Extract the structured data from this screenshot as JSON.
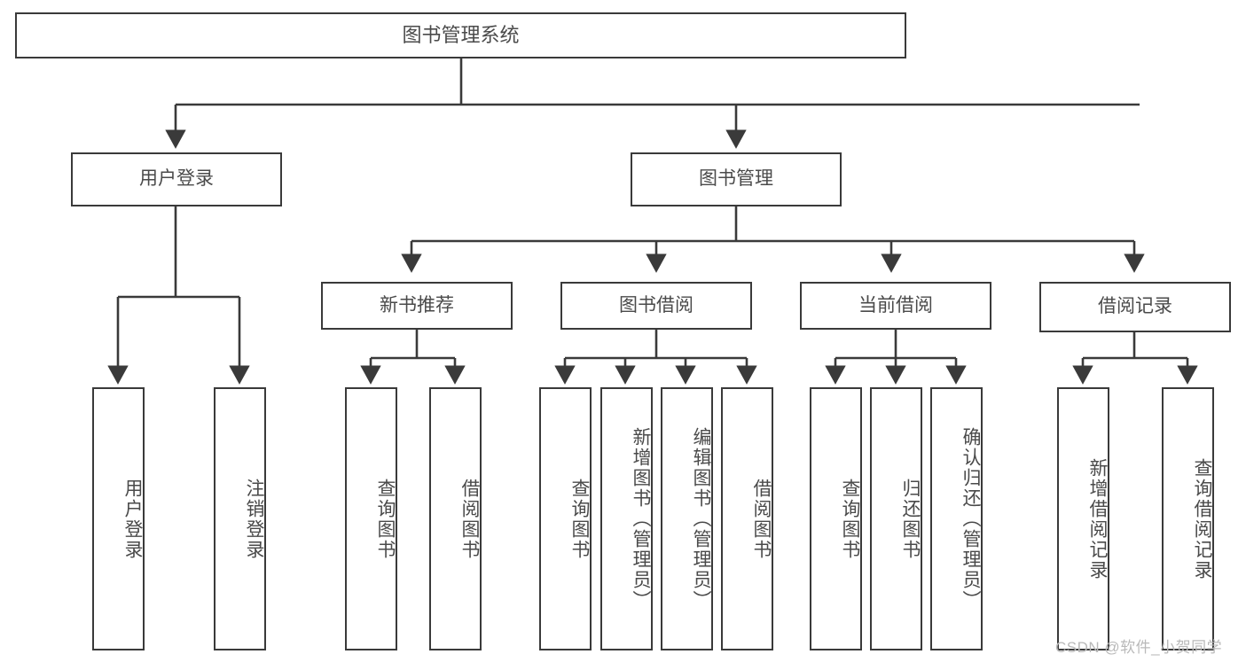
{
  "diagram": {
    "title": "图书管理系统",
    "type": "tree-hierarchy",
    "stroke_color": "#3a3a3a",
    "text_color": "#4a4a4a",
    "background_color": "#ffffff",
    "root": {
      "label": "图书管理系统"
    },
    "level1": [
      {
        "label": "用户登录"
      },
      {
        "label": "图书管理"
      }
    ],
    "level2": [
      {
        "label": "新书推荐"
      },
      {
        "label": "图书借阅"
      },
      {
        "label": "当前借阅"
      },
      {
        "label": "借阅记录"
      }
    ],
    "leaves": {
      "user_login": [
        {
          "label": "用户登录"
        },
        {
          "label": "注销登录"
        }
      ],
      "new_book_recommend": [
        {
          "label": "查询图书"
        },
        {
          "label": "借阅图书"
        }
      ],
      "book_borrow": [
        {
          "label": "查询图书"
        },
        {
          "label": "新增图书（管理员）"
        },
        {
          "label": "编辑图书（管理员）"
        },
        {
          "label": "借阅图书"
        }
      ],
      "current_borrow": [
        {
          "label": "查询图书"
        },
        {
          "label": "归还图书"
        },
        {
          "label": "确认归还（管理员）"
        }
      ],
      "borrow_record": [
        {
          "label": "新增借阅记录"
        },
        {
          "label": "查询借阅记录"
        }
      ]
    }
  },
  "watermark": {
    "text": "CSDN @软件_小贺同学"
  }
}
